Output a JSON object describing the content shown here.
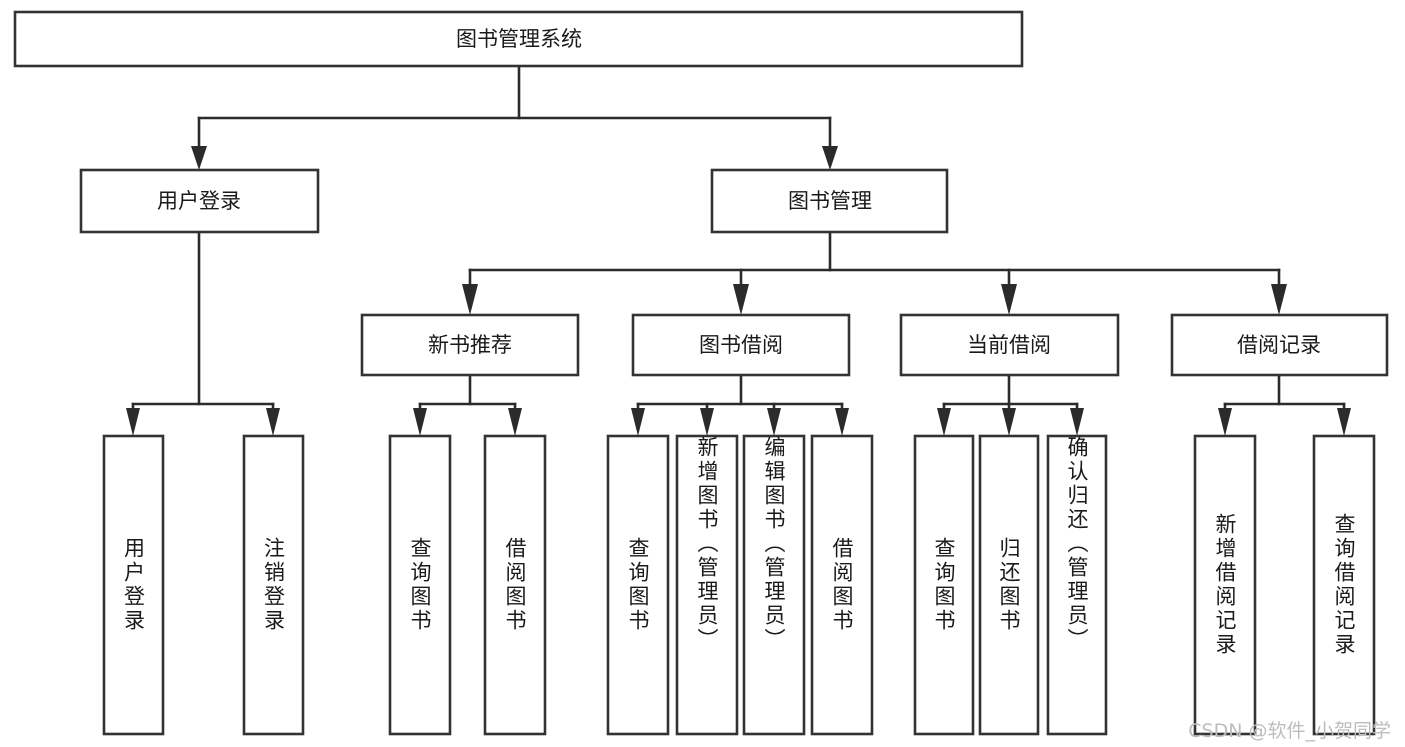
{
  "diagram": {
    "type": "tree-hierarchy-chart",
    "title": "图书管理系统",
    "background_color": "#ffffff",
    "box_stroke_color": "#333333",
    "box_fill_color": "#ffffff",
    "connector_color": "#2b2b2b",
    "text_color": "#1a1a1a"
  },
  "watermark": {
    "text": "CSDN @软件_小贺同学",
    "color": "#bdbdbd"
  },
  "nodes": {
    "root": {
      "label": "图书管理系统"
    },
    "level2": [
      {
        "id": "user-login",
        "label": "用户登录"
      },
      {
        "id": "book-manage",
        "label": "图书管理"
      }
    ],
    "level3": [
      {
        "id": "new-book-recommend",
        "label": "新书推荐"
      },
      {
        "id": "book-borrow",
        "label": "图书借阅"
      },
      {
        "id": "current-borrow",
        "label": "当前借阅"
      },
      {
        "id": "borrow-record",
        "label": "借阅记录"
      }
    ],
    "leaves": {
      "user-login": [
        {
          "id": "leaf-user-login",
          "label": "用户登录"
        },
        {
          "id": "leaf-user-logout",
          "label": "注销登录"
        }
      ],
      "new-book-recommend": [
        {
          "id": "leaf-query-book-1",
          "label": "查询图书"
        },
        {
          "id": "leaf-borrow-book-1",
          "label": "借阅图书"
        }
      ],
      "book-borrow": [
        {
          "id": "leaf-query-book-2",
          "label": "查询图书"
        },
        {
          "id": "leaf-add-book-admin",
          "label": "新增图书（管理员）"
        },
        {
          "id": "leaf-edit-book-admin",
          "label": "编辑图书（管理员）"
        },
        {
          "id": "leaf-borrow-book-2",
          "label": "借阅图书"
        }
      ],
      "current-borrow": [
        {
          "id": "leaf-query-book-3",
          "label": "查询图书"
        },
        {
          "id": "leaf-return-book",
          "label": "归还图书"
        },
        {
          "id": "leaf-confirm-return-admin",
          "label": "确认归还（管理员）"
        }
      ],
      "borrow-record": [
        {
          "id": "leaf-add-borrow-record",
          "label": "新增借阅记录"
        },
        {
          "id": "leaf-query-borrow-record",
          "label": "查询借阅记录"
        }
      ]
    }
  }
}
